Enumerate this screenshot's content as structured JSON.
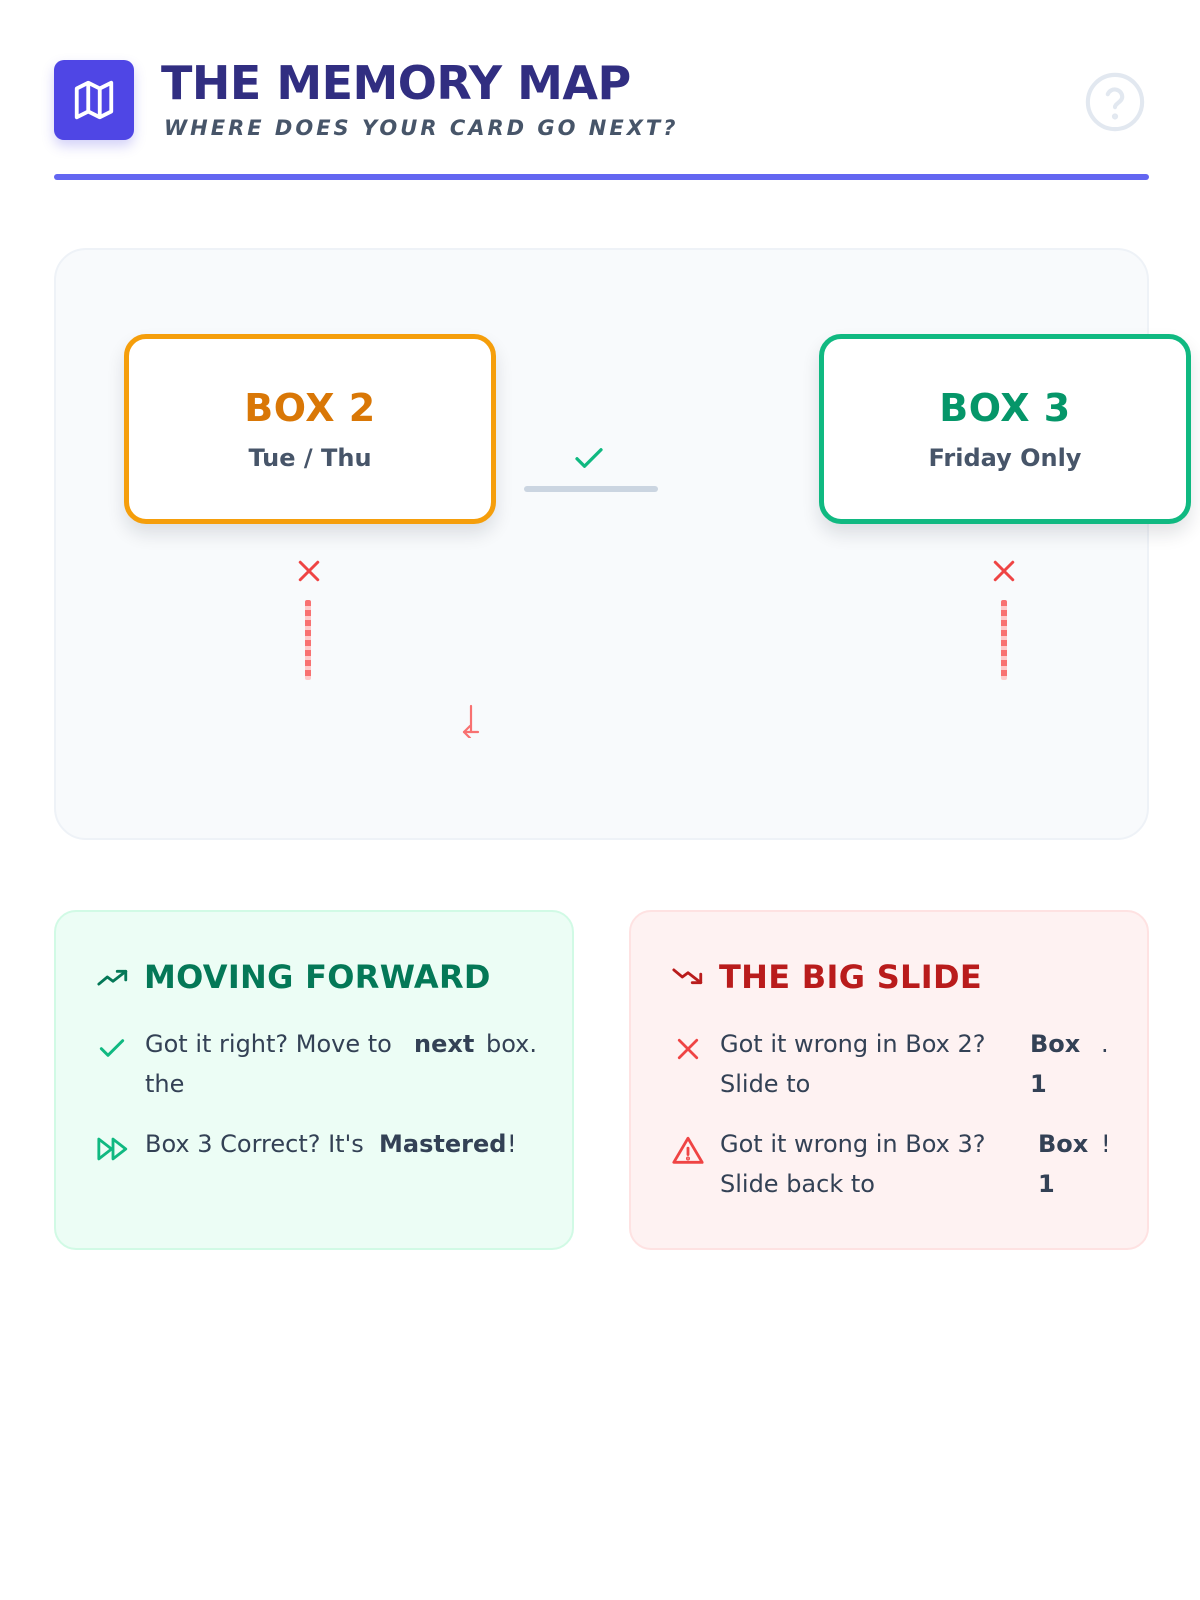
{
  "header": {
    "title": "THE MEMORY MAP",
    "subtitle": "WHERE DOES YOUR CARD GO NEXT?",
    "logo_icon": "map-icon",
    "help_icon": "question-circle-icon"
  },
  "diagram": {
    "box2": {
      "title": "BOX 2",
      "schedule": "Tue / Thu",
      "color": "#f59e0b"
    },
    "box3": {
      "title": "BOX 3",
      "schedule": "Friday Only",
      "color": "#10b981"
    },
    "correct_icon": "check-icon",
    "wrong_icon": "x-icon",
    "return_icon": "arrow-down-left-icon"
  },
  "forward": {
    "title": "MOVING FORWARD",
    "icon": "trending-up-icon",
    "rule1": {
      "icon": "check-icon",
      "a": "Got it right? Move to",
      "b": "next",
      "c": "box.",
      "d": "the"
    },
    "rule2": {
      "icon": "fast-forward-icon",
      "a": "Box 3 Correct? It's",
      "b": "Mastered",
      "c": "!"
    }
  },
  "slide": {
    "title": "THE BIG SLIDE",
    "icon": "trending-down-icon",
    "rule1": {
      "icon": "x-icon",
      "a": "Got it wrong in Box 2?",
      "b": "Slide to",
      "c": "Box",
      "d": "1",
      "e": "."
    },
    "rule2": {
      "icon": "warning-icon",
      "a": "Got it wrong in Box 3?",
      "b": "Slide back to",
      "c": "Box",
      "d": "1",
      "e": "!"
    }
  },
  "colors": {
    "accent": "#4f46e5",
    "correct": "#10b981",
    "wrong": "#ef4444"
  }
}
